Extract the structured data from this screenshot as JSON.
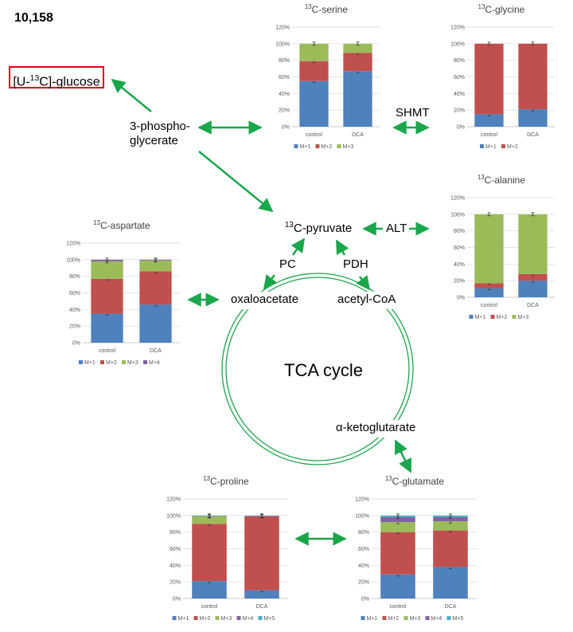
{
  "figure_id": "10,158",
  "nodes": {
    "glucose": {
      "pre": "[U-",
      "sup": "13",
      "post": "C]-glucose"
    },
    "phosphoglycerate_1": "3-phospho-",
    "phosphoglycerate_2": "glycerate",
    "pyruvate": {
      "sup": "13",
      "post": "C-pyruvate"
    },
    "oxaloacetate": "oxaloacetate",
    "acetyl_coa": "acetyl-CoA",
    "tca": "TCA cycle",
    "akg": "α-ketoglutarate"
  },
  "enzymes": {
    "shmt": "SHMT",
    "alt": "ALT",
    "pc": "PC",
    "pdh": "PDH"
  },
  "colors": {
    "arrow": "#1aa64b",
    "highlight_box": "#e0001b",
    "M+1": "#4f81bd",
    "M+2": "#c0504d",
    "M+3": "#9bbb59",
    "M+4": "#8064a2",
    "M+5": "#4bacc6"
  },
  "chart_data": [
    {
      "id": "serine",
      "type": "bar",
      "stacked": true,
      "title_sup": "13",
      "title": "C-serine",
      "categories": [
        "control",
        "DCA"
      ],
      "yticks": [
        "0%",
        "20%",
        "40%",
        "60%",
        "80%",
        "100%",
        "120%"
      ],
      "ylim": [
        0,
        120
      ],
      "series": [
        {
          "name": "M+1",
          "values": [
            55,
            67
          ]
        },
        {
          "name": "M+2",
          "values": [
            24,
            22
          ]
        },
        {
          "name": "M+3",
          "values": [
            21,
            11
          ]
        }
      ],
      "legend": "bottom"
    },
    {
      "id": "glycine",
      "type": "bar",
      "stacked": true,
      "title_sup": "13",
      "title": "C-glycine",
      "categories": [
        "control",
        "DCA"
      ],
      "yticks": [
        "0%",
        "20%",
        "40%",
        "60%",
        "80%",
        "100%",
        "120%"
      ],
      "ylim": [
        0,
        120
      ],
      "series": [
        {
          "name": "M+1",
          "values": [
            15,
            21
          ]
        },
        {
          "name": "M+2",
          "values": [
            85,
            79
          ]
        }
      ],
      "legend": "bottom"
    },
    {
      "id": "alanine",
      "type": "bar",
      "stacked": true,
      "title_sup": "13",
      "title": "C-alanine",
      "categories": [
        "control",
        "DCA"
      ],
      "yticks": [
        "0%",
        "20%",
        "40%",
        "60%",
        "80%",
        "100%",
        "120%"
      ],
      "ylim": [
        0,
        120
      ],
      "series": [
        {
          "name": "M+1",
          "values": [
            11,
            20
          ]
        },
        {
          "name": "M+2",
          "values": [
            6,
            8
          ]
        },
        {
          "name": "M+3",
          "values": [
            83,
            72
          ]
        }
      ],
      "legend": "bottom"
    },
    {
      "id": "aspartate",
      "type": "bar",
      "stacked": true,
      "title_sup": "13",
      "title": "C-aspartate",
      "categories": [
        "control",
        "DCA"
      ],
      "yticks": [
        "0%",
        "20%",
        "40%",
        "60%",
        "80%",
        "100%",
        "120%"
      ],
      "ylim": [
        0,
        120
      ],
      "series": [
        {
          "name": "M+1",
          "values": [
            35,
            46
          ]
        },
        {
          "name": "M+2",
          "values": [
            42,
            40
          ]
        },
        {
          "name": "M+3",
          "values": [
            21,
            13
          ]
        },
        {
          "name": "M+4",
          "values": [
            2,
            1
          ]
        }
      ],
      "legend": "bottom"
    },
    {
      "id": "proline",
      "type": "bar",
      "stacked": true,
      "title_sup": "13",
      "title": "C-proline",
      "categories": [
        "control",
        "DCA"
      ],
      "yticks": [
        "0%",
        "20%",
        "40%",
        "60%",
        "80%",
        "100%",
        "120%"
      ],
      "ylim": [
        0,
        120
      ],
      "series": [
        {
          "name": "M+1",
          "values": [
            21,
            10
          ]
        },
        {
          "name": "M+2",
          "values": [
            69,
            89
          ]
        },
        {
          "name": "M+3",
          "values": [
            9,
            0
          ]
        },
        {
          "name": "M+4",
          "values": [
            0.5,
            0.5
          ]
        },
        {
          "name": "M+5",
          "values": [
            0.5,
            0.5
          ]
        }
      ],
      "legend": "bottom"
    },
    {
      "id": "glutamate",
      "type": "bar",
      "stacked": true,
      "title_sup": "13",
      "title": "C-glutamate",
      "categories": [
        "control",
        "DCA"
      ],
      "yticks": [
        "0%",
        "20%",
        "40%",
        "60%",
        "80%",
        "100%",
        "120%"
      ],
      "ylim": [
        0,
        120
      ],
      "series": [
        {
          "name": "M+1",
          "values": [
            29,
            38
          ]
        },
        {
          "name": "M+2",
          "values": [
            51,
            44
          ]
        },
        {
          "name": "M+3",
          "values": [
            12,
            11
          ]
        },
        {
          "name": "M+4",
          "values": [
            6,
            5
          ]
        },
        {
          "name": "M+5",
          "values": [
            2,
            2
          ]
        }
      ],
      "legend": "bottom"
    }
  ]
}
